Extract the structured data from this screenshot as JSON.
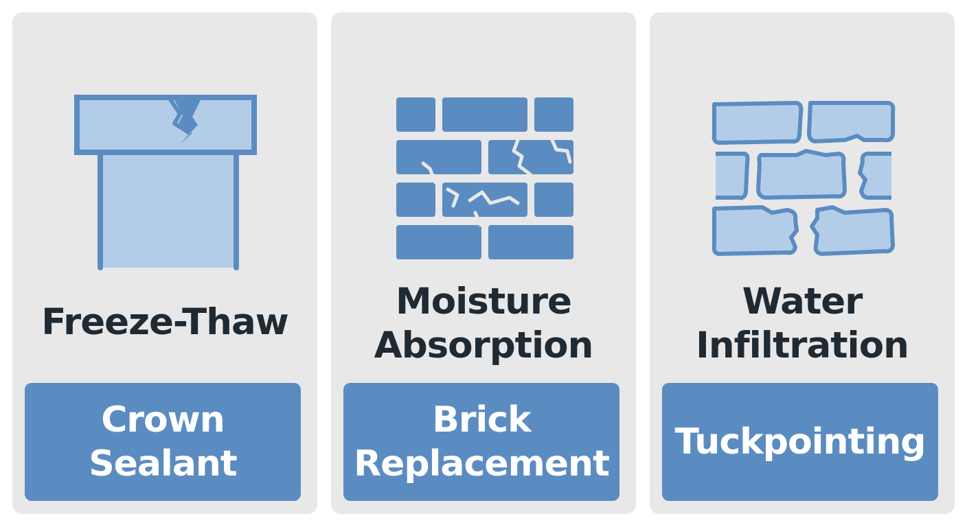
{
  "colors": {
    "card_background": "#e8e8e9",
    "accent_blue": "#5b8cc1",
    "light_blue": "#b3cde9",
    "heading_text": "#1f2a33",
    "button_text": "#ffffff"
  },
  "cards": [
    {
      "icon": "cracked-chimney-crown-icon",
      "problem_lines": [
        "Freeze-Thaw"
      ],
      "solution_lines": [
        "Crown",
        "Sealant"
      ]
    },
    {
      "icon": "damaged-brick-wall-icon",
      "problem_lines": [
        "Moisture",
        "Absorption"
      ],
      "solution_lines": [
        "Brick",
        "Replacement"
      ]
    },
    {
      "icon": "eroded-mortar-joints-icon",
      "problem_lines": [
        "Water",
        "Infiltration"
      ],
      "solution_lines": [
        "Tuckpointing"
      ]
    }
  ]
}
